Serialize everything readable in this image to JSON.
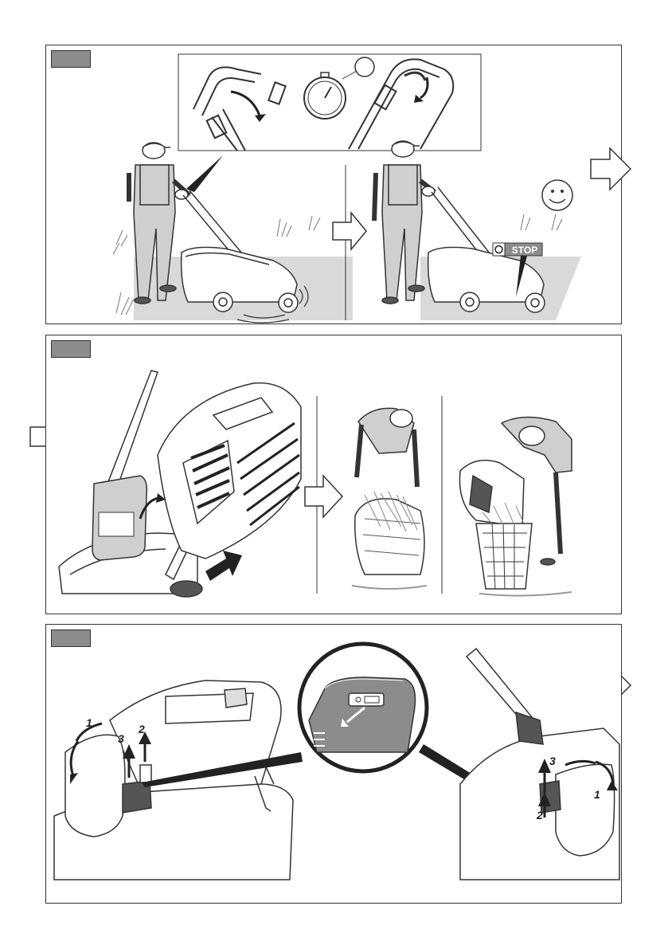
{
  "panel1": {
    "stop_label": "STOP",
    "smiley_icon": "smiley-face-icon",
    "stopwatch_icon": "stopwatch-icon"
  },
  "panel2": {
    "arrow_icon": "right-arrow-icon"
  },
  "panel3": {
    "steps_left": [
      "1",
      "2",
      "3"
    ],
    "steps_right": [
      "1",
      "2",
      "3"
    ]
  },
  "colors": {
    "tag": "#8c8c8c",
    "ground": "#d9d9d9",
    "stop_badge": "#8c8c8c"
  }
}
